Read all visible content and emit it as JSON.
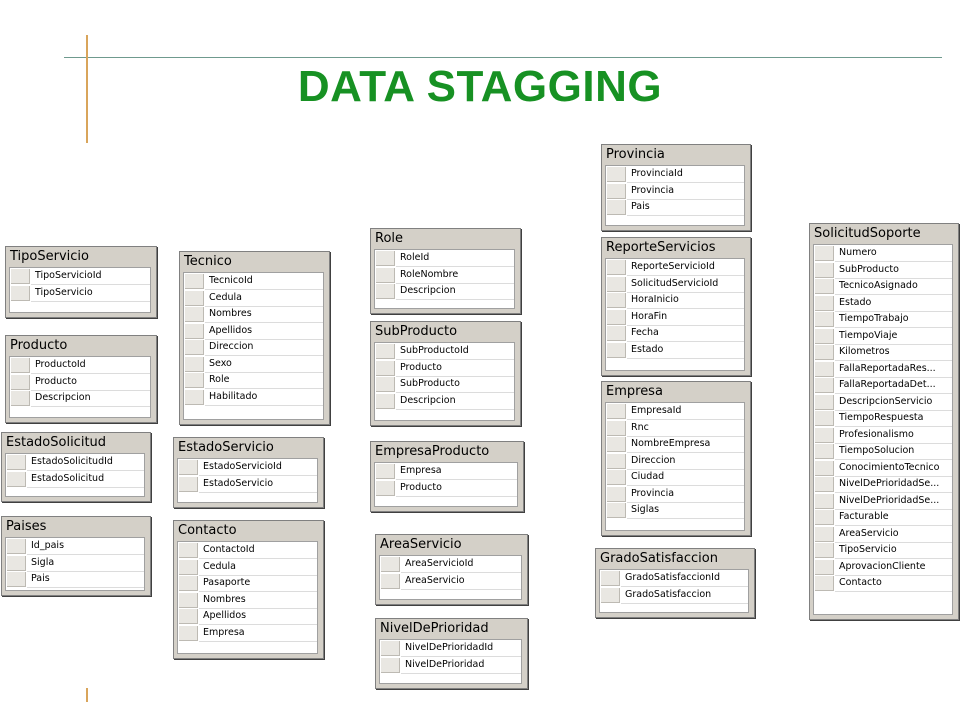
{
  "title": "DATA STAGGING",
  "tables": {
    "tiposervicio": {
      "name": "TipoServicio",
      "columns": [
        "TipoServicioId",
        "TipoServicio"
      ]
    },
    "producto": {
      "name": "Producto",
      "columns": [
        "ProductoId",
        "Producto",
        "Descripcion"
      ]
    },
    "estadosolicitud": {
      "name": "EstadoSolicitud",
      "columns": [
        "EstadoSolicitudId",
        "EstadoSolicitud"
      ]
    },
    "paises": {
      "name": "Paises",
      "columns": [
        "Id_pais",
        "Sigla",
        "Pais"
      ]
    },
    "tecnico": {
      "name": "Tecnico",
      "columns": [
        "TecnicoId",
        "Cedula",
        "Nombres",
        "Apellidos",
        "Direccion",
        "Sexo",
        "Role",
        "Habilitado"
      ]
    },
    "estadoservicio": {
      "name": "EstadoServicio",
      "columns": [
        "EstadoServicioId",
        "EstadoServicio"
      ]
    },
    "contacto": {
      "name": "Contacto",
      "columns": [
        "ContactoId",
        "Cedula",
        "Pasaporte",
        "Nombres",
        "Apellidos",
        "Empresa"
      ]
    },
    "role": {
      "name": "Role",
      "columns": [
        "RoleId",
        "RoleNombre",
        "Descripcion"
      ]
    },
    "subproducto": {
      "name": "SubProducto",
      "columns": [
        "SubProductoId",
        "Producto",
        "SubProducto",
        "Descripcion"
      ]
    },
    "empresaproducto": {
      "name": "EmpresaProducto",
      "columns": [
        "Empresa",
        "Producto"
      ]
    },
    "areaservicio": {
      "name": "AreaServicio",
      "columns": [
        "AreaServicioId",
        "AreaServicio"
      ]
    },
    "niveldeprioridad": {
      "name": "NivelDePrioridad",
      "columns": [
        "NivelDePrioridadId",
        "NivelDePrioridad"
      ]
    },
    "provincia": {
      "name": "Provincia",
      "columns": [
        "ProvinciaId",
        "Provincia",
        "Pais"
      ]
    },
    "reporteservicios": {
      "name": "ReporteServicios",
      "columns": [
        "ReporteServicioId",
        "SolicitudServicioId",
        "HoraInicio",
        "HoraFin",
        "Fecha",
        "Estado"
      ]
    },
    "empresa": {
      "name": "Empresa",
      "columns": [
        "EmpresaId",
        "Rnc",
        "NombreEmpresa",
        "Direccion",
        "Ciudad",
        "Provincia",
        "Siglas"
      ]
    },
    "gradosatisfaccion": {
      "name": "GradoSatisfaccion",
      "columns": [
        "GradoSatisfaccionId",
        "GradoSatisfaccion"
      ]
    },
    "solicitudsoporte": {
      "name": "SolicitudSoporte",
      "columns": [
        "Numero",
        "SubProducto",
        "TecnicoAsignado",
        "Estado",
        "TiempoTrabajo",
        "TiempoViaje",
        "Kilometros",
        "FallaReportadaRes...",
        "FallaReportadaDet...",
        "DescripcionServicio",
        "TiempoRespuesta",
        "Profesionalismo",
        "TiempoSolucion",
        "ConocimientoTecnico",
        "NivelDePrioridadSe...",
        "NivelDePrioridadSe...",
        "Facturable",
        "AreaServicio",
        "TipoServicio",
        "AprovacionCliente",
        "Contacto"
      ]
    }
  }
}
